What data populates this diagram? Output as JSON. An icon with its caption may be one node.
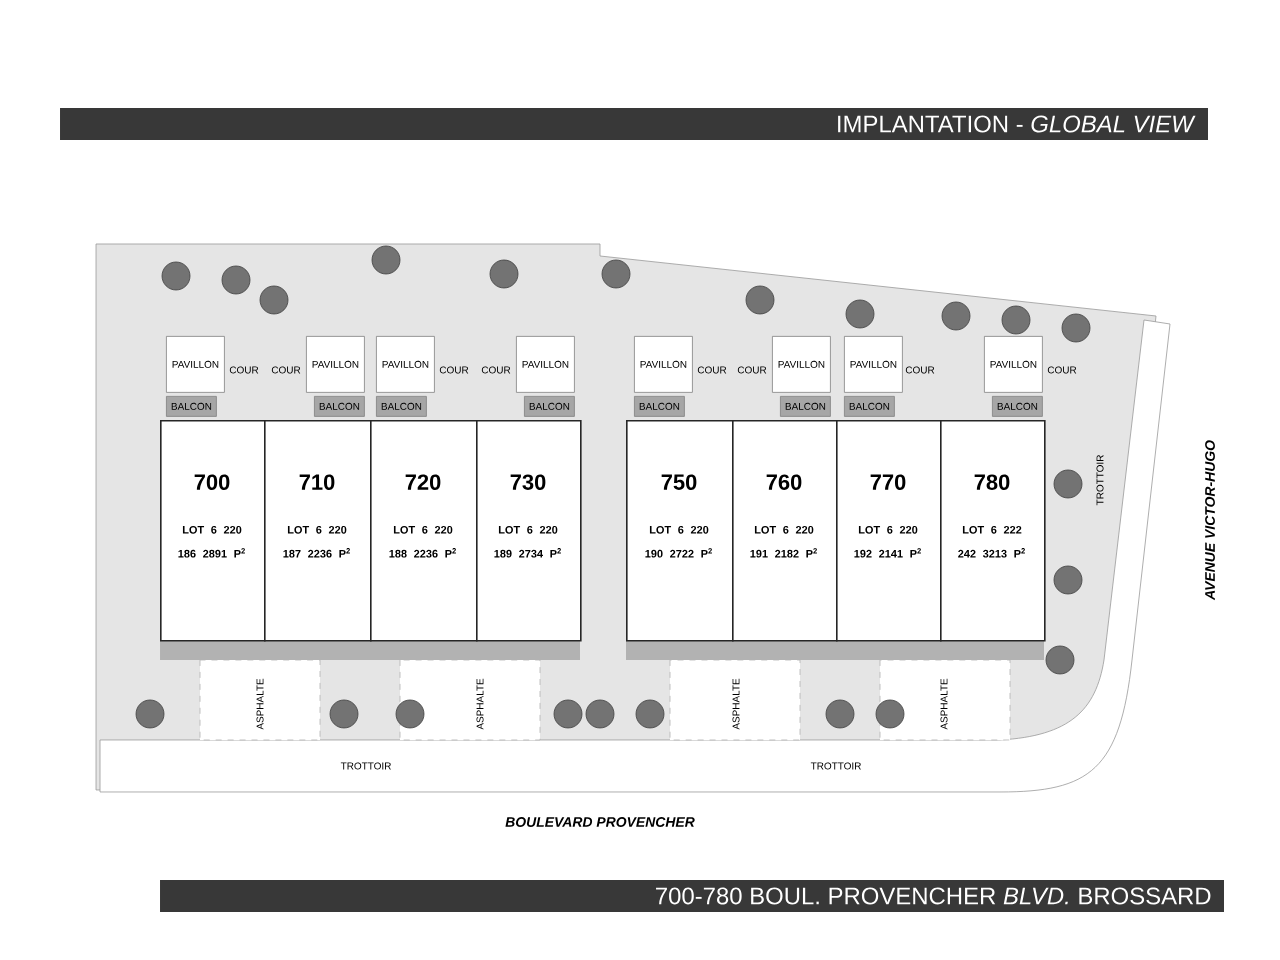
{
  "diagram": {
    "title": "IMPLANTATION - *GLOBAL VIEW*",
    "caption": "700-780 BOUL. PROVENCHER *BLVD.* BROSSARD",
    "nodes": [
      {
        "text": [
          "700",
          "LOT 6 220 186 2891 P$^{2}$"
        ]
      },
      {
        "text": [
          "710",
          "LOT 6 220 187 2236 P$^{2}$"
        ]
      },
      {
        "text": [
          "720",
          "LOT 6 220 188 2236 P$^{2}$"
        ]
      },
      {
        "text": [
          "730",
          "LOT 6 220 189 2734 P$^{2}$"
        ]
      },
      {
        "text": [
          "750",
          "LOT 6 220 190 2722 P$^{2}$"
        ]
      },
      {
        "text": [
          "760",
          "LOT 6 220 191 2182 P$^{2}$"
        ]
      },
      {
        "text": [
          "770",
          "LOT 6 220 192 2141 P$^{2}$"
        ]
      },
      {
        "text": [
          "780",
          "LOT 6 222 242 3213 P$^{2}$"
        ]
      },
      {
        "text": [
          "PAVILLON"
        ]
      },
      {
        "text": [
          "PAVILLON"
        ]
      },
      {
        "text": [
          "PAVILLON"
        ]
      },
      {
        "text": [
          "PAVILLON"
        ]
      },
      {
        "text": [
          "PAVILLON"
        ]
      },
      {
        "text": [
          "PAVILLON"
        ]
      },
      {
        "text": [
          "PAVILLON"
        ]
      },
      {
        "text": [
          "PAVILLON"
        ]
      },
      {
        "text": [
          "BALCON"
        ]
      },
      {
        "text": [
          "BALCON"
        ]
      },
      {
        "text": [
          "BALCON"
        ]
      },
      {
        "text": [
          "BALCON"
        ]
      },
      {
        "text": [
          "BALCON"
        ]
      },
      {
        "text": [
          "BALCON"
        ]
      },
      {
        "text": [
          "BALCON"
        ]
      },
      {
        "text": [
          "BALCON"
        ]
      }
    ],
    "labels": [
      "COUR",
      "COUR",
      "COUR",
      "COUR",
      "COUR",
      "COUR",
      "COUR",
      "COUR",
      "TROTTOIR",
      "AVENUE VICTOR-HUGO",
      "ASPHALTE",
      "ASPHALTE",
      "ASPHALTE",
      "ASPHALTE",
      "TROTTOIR",
      "TROTTOIR",
      "BOULEVARD PROVENCHER"
    ]
  }
}
